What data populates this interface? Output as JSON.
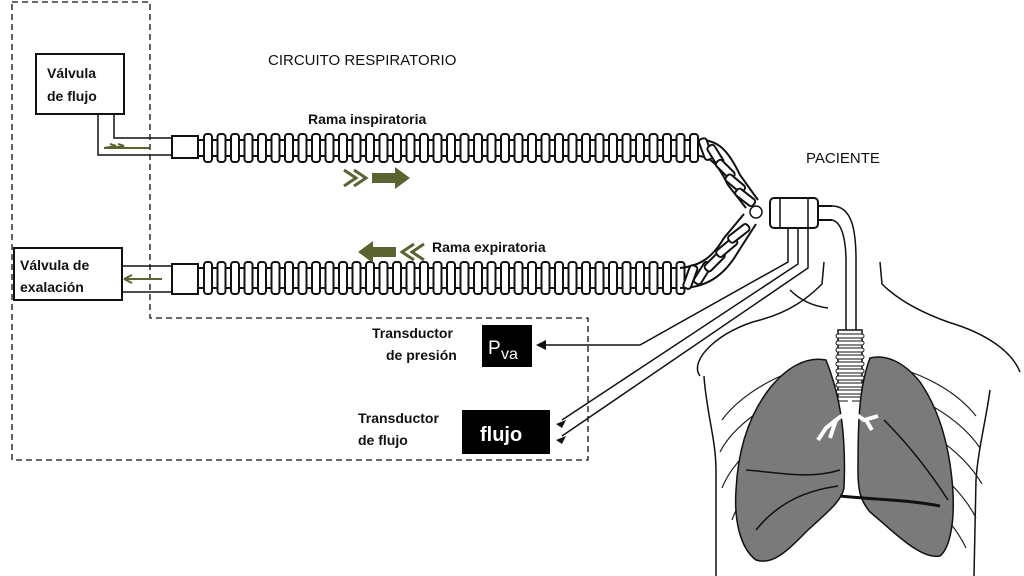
{
  "title": "CIRCUITO RESPIRATORIO",
  "patient_label": "PACIENTE",
  "flow_valve": {
    "line1": "Válvula",
    "line2": "de flujo"
  },
  "exhalation_valve": {
    "line1": "Válvula de",
    "line2": "exalación"
  },
  "inspiratory_branch": "Rama inspiratoria",
  "expiratory_branch": "Rama expiratoria",
  "pressure_transducer": {
    "line1": "Transductor",
    "line2": "de presión",
    "display_main": "P",
    "display_sub": "va"
  },
  "flow_transducer": {
    "line1": "Transductor",
    "line2": "de flujo",
    "display": "flujo"
  },
  "colors": {
    "arrow": "#5b6331",
    "lung": "#7a7a7a",
    "display_bg": "#000000",
    "display_text": "#ffffff"
  }
}
